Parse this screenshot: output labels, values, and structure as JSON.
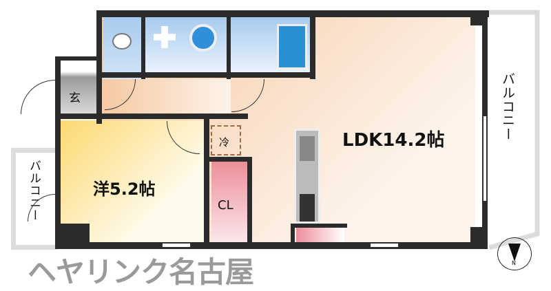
{
  "rooms": {
    "ldk": "LDK14.2帖",
    "western": "洋5.2帖",
    "closet": "CL",
    "fridge": "冷",
    "entrance": "玄"
  },
  "balcony_right": "バルコニー",
  "balcony_left": "バルコニー",
  "watermark": "ヘヤリンク名古屋",
  "compass": {
    "label": "N"
  },
  "colors": {
    "ldk": "#f9d7b5",
    "western": "#fde79c",
    "wet": "#a9cdee",
    "closet": "#ec9aa3",
    "wall": "#2b2b2b"
  }
}
